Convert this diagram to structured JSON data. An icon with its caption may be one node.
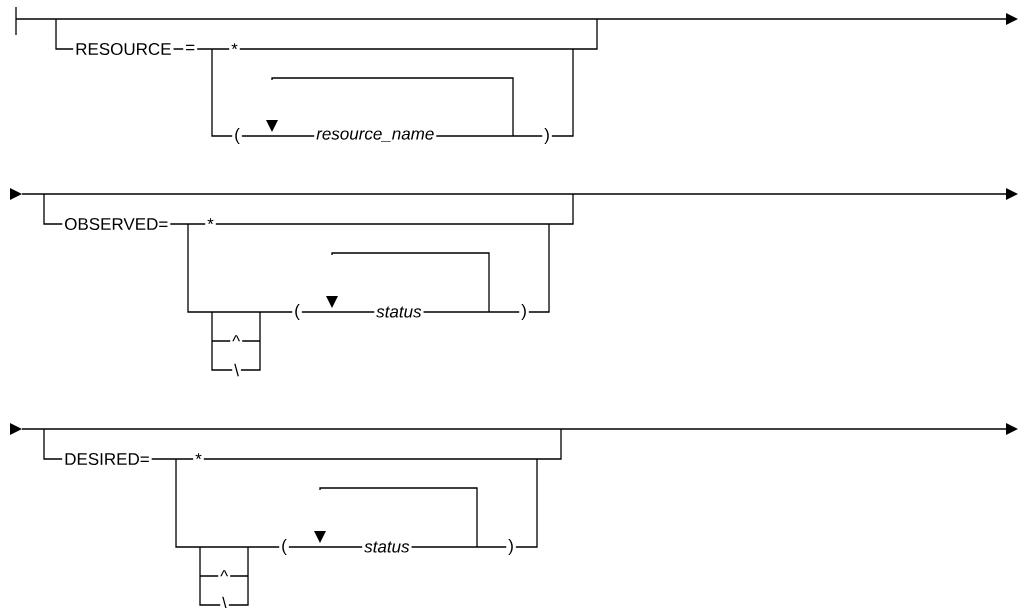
{
  "diagram": {
    "labels": [
      "RESOURCE",
      "=",
      "*",
      "(",
      "resource_name",
      ")",
      "OBSERVED=",
      "*",
      "^",
      "\\",
      "(",
      "status",
      ")",
      "DESIRED=",
      "*",
      "^",
      "\\",
      "(",
      "status",
      ")"
    ]
  }
}
